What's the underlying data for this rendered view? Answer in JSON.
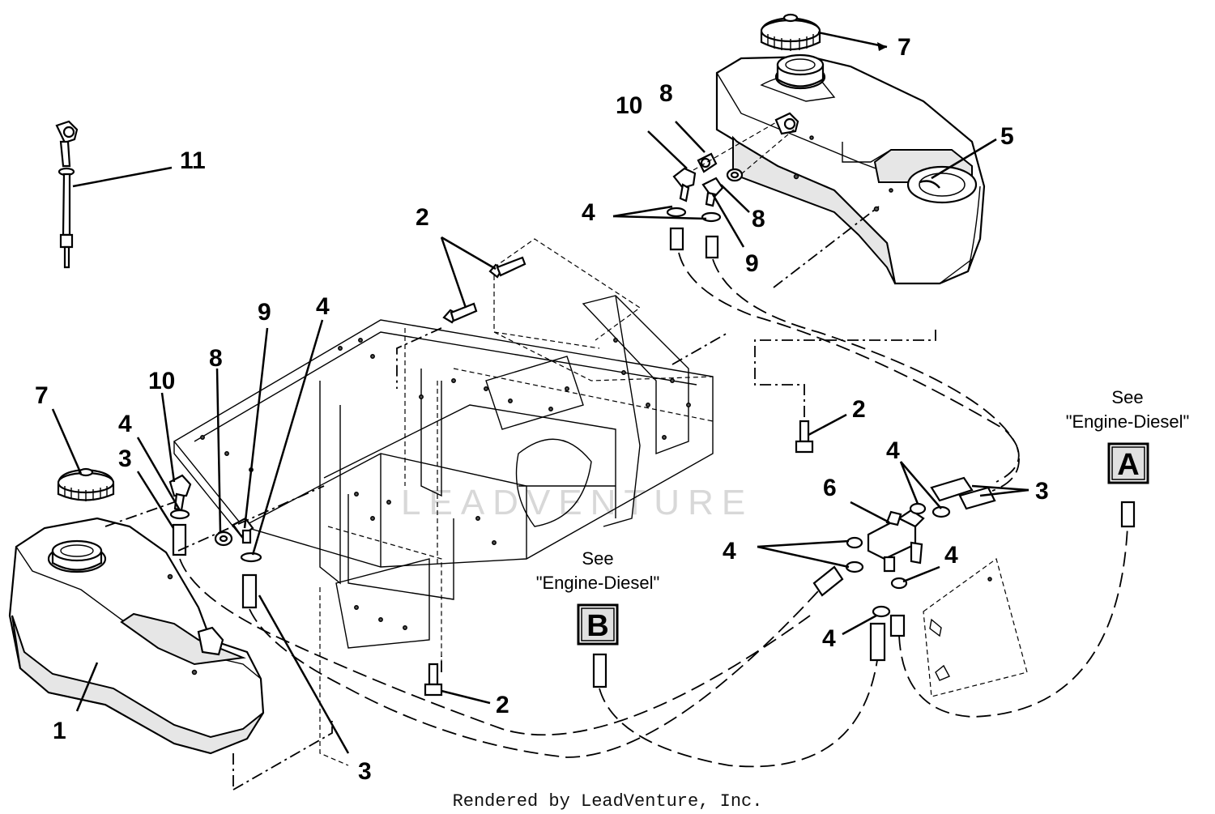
{
  "callouts": {
    "c7_top": "7",
    "c10_top": "10",
    "c8_top": "8",
    "c5": "5",
    "c11": "11",
    "c4_top": "4",
    "c8_mid": "8",
    "c2_top": "2",
    "c9_top": "9",
    "c9_left": "9",
    "c4_left_top": "4",
    "c8_left": "8",
    "c10_left": "10",
    "c7_left": "7",
    "c4_left": "4",
    "c3_left": "3",
    "c2_mid": "2",
    "c4_mid_top": "4",
    "c6": "6",
    "c3_right": "3",
    "c4_mid_left": "4",
    "c4_mid_right": "4",
    "c4_bottom": "4",
    "c1": "1",
    "c2_bottom": "2",
    "c3_bottom": "3"
  },
  "references": {
    "a": {
      "see": "See",
      "target": "\"Engine-Diesel\"",
      "letter": "A"
    },
    "b": {
      "see": "See",
      "target": "\"Engine-Diesel\"",
      "letter": "B"
    }
  },
  "watermark": "LEADVENTURE",
  "footer": "Rendered by LeadVenture, Inc."
}
